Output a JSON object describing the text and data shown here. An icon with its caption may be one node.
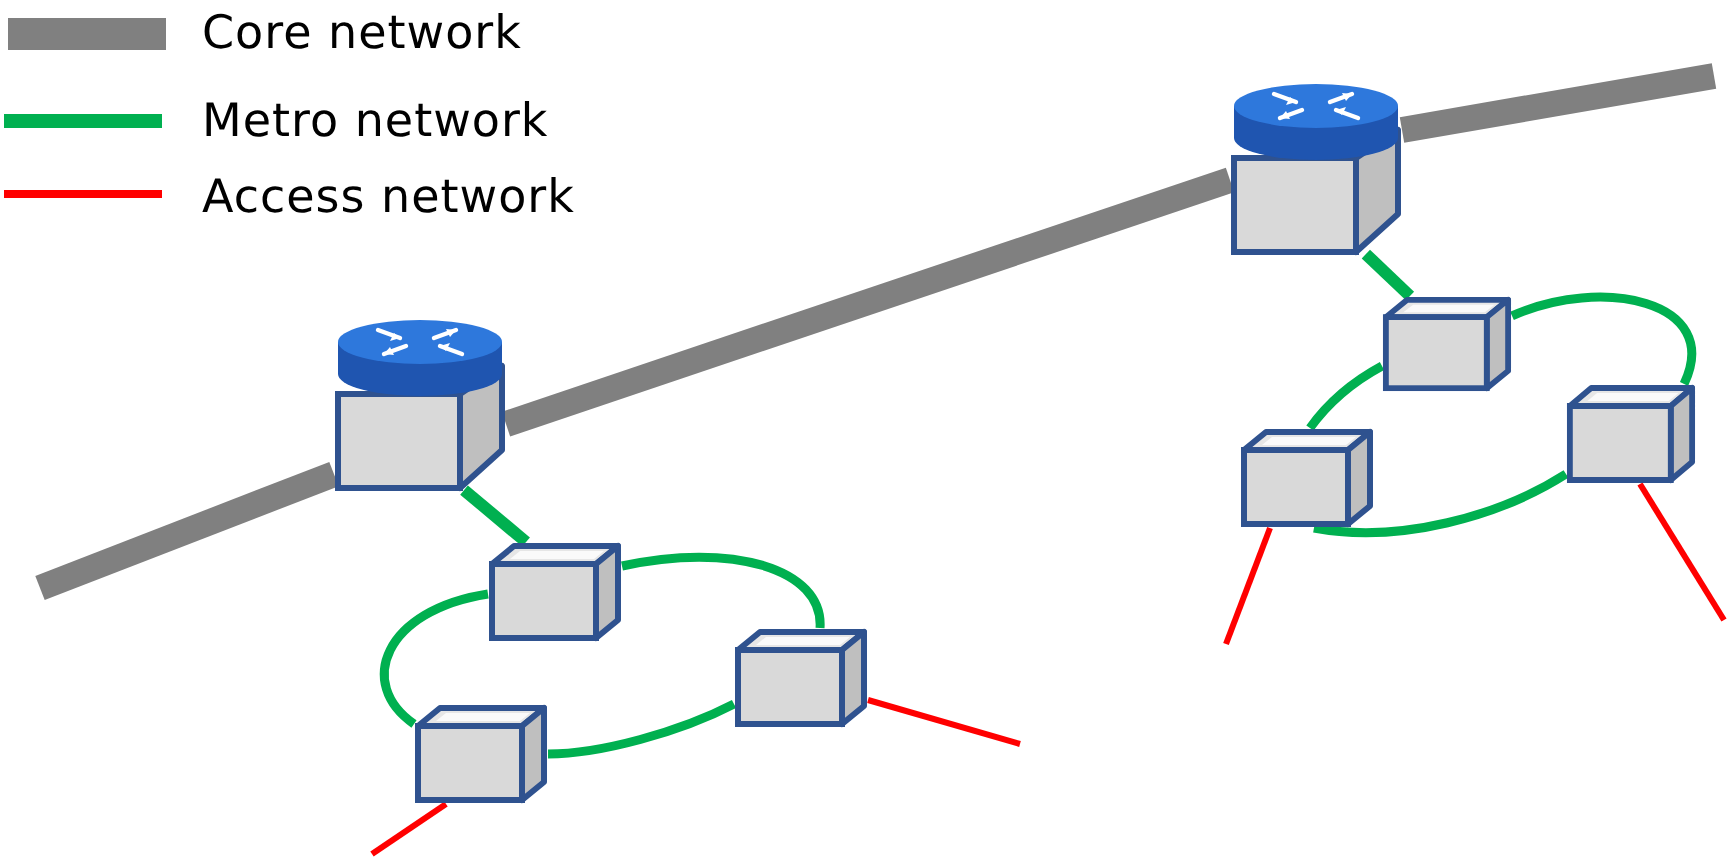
{
  "diagram": {
    "nodes": [
      {
        "text": [],
        "shape": "picture"
      },
      {
        "text": [],
        "shape": "box"
      },
      {
        "text": [],
        "shape": "box"
      },
      {
        "text": [],
        "shape": "box"
      },
      {
        "text": [],
        "shape": "picture"
      },
      {
        "text": [],
        "shape": "box"
      },
      {
        "text": [],
        "shape": "box"
      },
      {
        "text": [],
        "shape": "box"
      }
    ],
    "edges": [
      {
        "from": null,
        "to": 0,
        "arrow": "none",
        "style": "thick",
        "color": "#808080"
      },
      {
        "from": 0,
        "to": 4,
        "arrow": "none",
        "style": "thick",
        "color": "#808080"
      },
      {
        "from": 4,
        "to": null,
        "arrow": "none",
        "style": "thick",
        "color": "#808080"
      },
      {
        "from": 0,
        "to": 1,
        "arrow": "none"
      },
      {
        "from": 1,
        "to": 2,
        "arrow": "none"
      },
      {
        "from": 2,
        "to": 3,
        "arrow": "none"
      },
      {
        "from": 3,
        "to": 1,
        "arrow": "none"
      },
      {
        "from": 4,
        "to": 5,
        "arrow": "none"
      },
      {
        "from": 5,
        "to": 6,
        "arrow": "none"
      },
      {
        "from": 6,
        "to": 7,
        "arrow": "none"
      },
      {
        "from": 7,
        "to": 5,
        "arrow": "none"
      },
      {
        "from": 3,
        "to": null,
        "arrow": "none",
        "color": "#ff0000"
      },
      {
        "from": 2,
        "to": null,
        "arrow": "none",
        "color": "#ff0000"
      },
      {
        "from": 7,
        "to": null,
        "arrow": "none",
        "color": "#ff0000"
      },
      {
        "from": 6,
        "to": null,
        "arrow": "none",
        "color": "#ff0000"
      }
    ],
    "legend": [
      {
        "text": "Core network"
      },
      {
        "text": "Metro network"
      },
      {
        "text": "Access network"
      }
    ]
  }
}
